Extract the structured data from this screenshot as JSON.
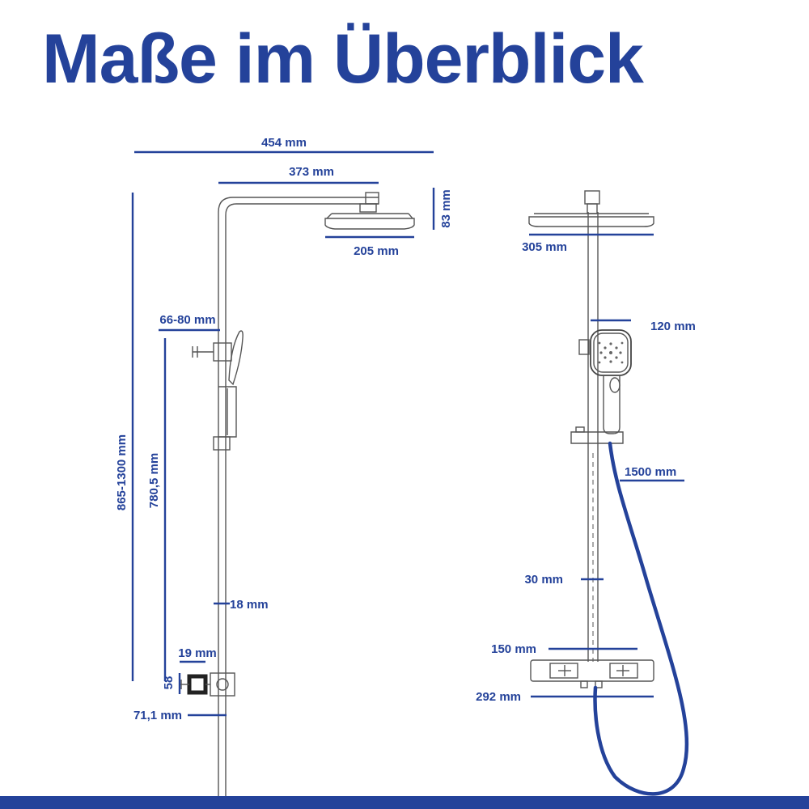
{
  "title": "Maße im Überblick",
  "colors": {
    "accent": "#24429a",
    "line": "#555555",
    "hose": "#24429a"
  },
  "side_view": {
    "width_total": "454 mm",
    "arm_length": "373 mm",
    "head_height": "83 mm",
    "head_width": "205 mm",
    "holder_offset": "66-80 mm",
    "height_range": "865-1300 mm",
    "slide_bar": "780,5 mm",
    "rod_diameter": "18 mm",
    "connector": "19 mm",
    "valve_height": "58",
    "wall_distance": "71,1 mm"
  },
  "front_view": {
    "head_diameter": "305 mm",
    "handshower_width": "120 mm",
    "hose_length": "1500 mm",
    "pipe_diameter": "30 mm",
    "connection_spacing": "150 mm",
    "thermostat_width": "292 mm"
  }
}
